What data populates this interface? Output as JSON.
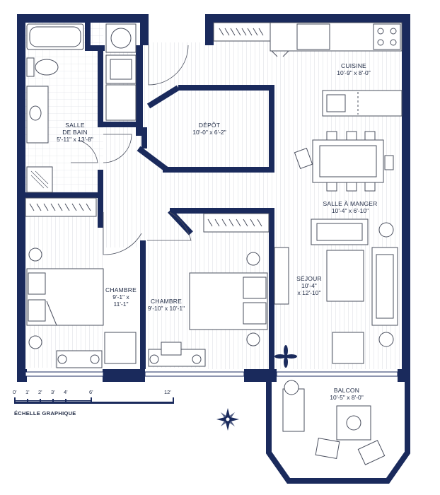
{
  "colors": {
    "wall": "#1a2a5c",
    "line": "#4a4f5e",
    "fill": "#ffffff",
    "floor": "#d9dbe0"
  },
  "rooms": {
    "cuisine": {
      "title": "CUISINE",
      "dims": "10'-9\" x 8'-0\""
    },
    "depot": {
      "title": "DÉPÔT",
      "dims": "10'-0\" x 6'-2\""
    },
    "salle_bain": {
      "title1": "SALLE",
      "title2": "DE BAIN",
      "dims": "5'-11\" x 13'-8\""
    },
    "salle_manger": {
      "title": "SALLE À MANGER",
      "dims": "10'-4\" x 6'-10\""
    },
    "sejour": {
      "title": "SÉJOUR",
      "dims1": "10'-4\"",
      "dims2": "x 12'-10\""
    },
    "chambre1": {
      "title": "CHAMBRE",
      "dims1": "9'-1\" x",
      "dims2": "11'-1\""
    },
    "chambre2": {
      "title": "CHAMBRE",
      "dims": "9'-10\" x 10'-1\""
    },
    "balcon": {
      "title": "BALCON",
      "dims": "10'-5\" x 8'-0\""
    }
  },
  "scale": {
    "ticks": [
      "0'",
      "1'",
      "2'",
      "3'",
      "4'",
      "6'",
      "12'"
    ],
    "caption": "ÉCHELLE GRAPHIQUE"
  },
  "icons": {
    "compass": "compass-rose-icon"
  }
}
